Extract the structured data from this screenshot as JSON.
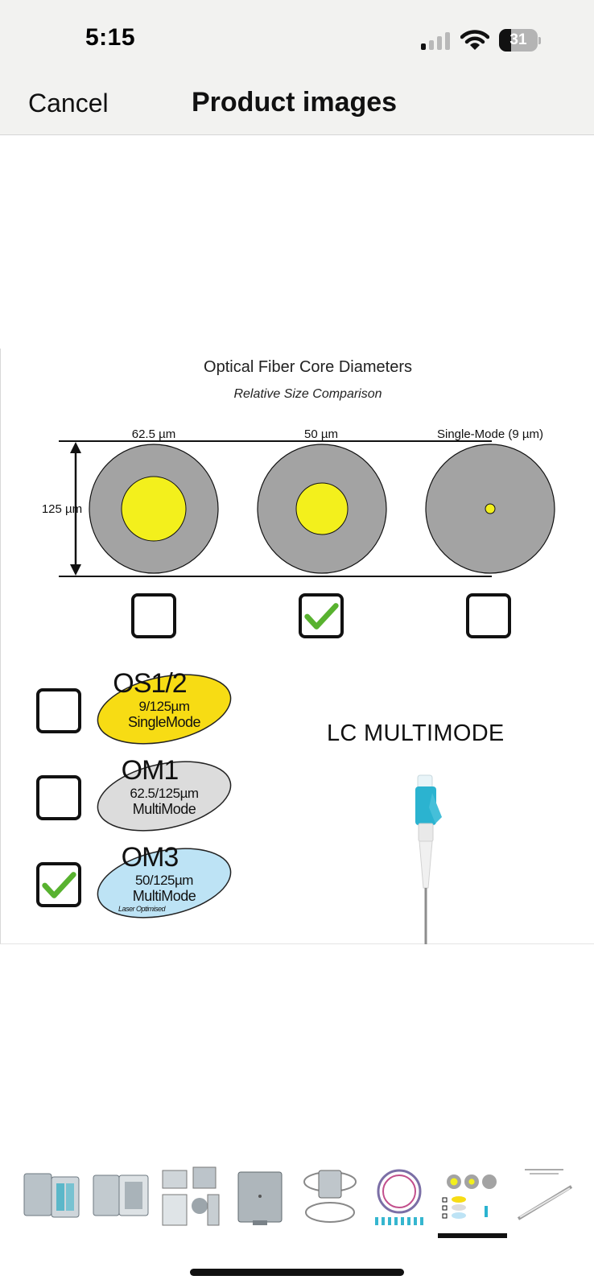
{
  "status": {
    "time": "5:15",
    "battery": "31",
    "battery_level": 0.31
  },
  "nav": {
    "cancel_label": "Cancel",
    "title": "Product images"
  },
  "image": {
    "title": "Optical Fiber Core Diameters",
    "subtitle": "Relative Size Comparison",
    "labels": {
      "core_a": "62.5 µm",
      "core_b": "50 µm",
      "core_c": "Single-Mode (9 µm)",
      "diameter": "125 µm"
    },
    "core_checks": [
      false,
      true,
      false
    ],
    "fiber_types": [
      {
        "name": "OS1/2",
        "spec": "9/125µm",
        "mode": "SingleMode",
        "note": "",
        "color": "#f7dc14",
        "checked": false
      },
      {
        "name": "OM1",
        "spec": "62.5/125µm",
        "mode": "MultiMode",
        "note": "",
        "color": "#dcdcdc",
        "checked": false
      },
      {
        "name": "OM3",
        "spec": "50/125µm",
        "mode": "MultiMode",
        "note": "Laser Optimised",
        "color": "#bde3f5",
        "checked": true
      }
    ],
    "connector_label": "LC MULTIMODE"
  },
  "colors": {
    "cladding": "#a3a3a3",
    "core": "#f3f01c",
    "check": "#58b22f",
    "connector": "#2bb3d0"
  },
  "thumbnails": [
    {
      "name": "thumb-enclosure-front",
      "selected": false
    },
    {
      "name": "thumb-enclosure-open",
      "selected": false
    },
    {
      "name": "thumb-enclosure-parts",
      "selected": false
    },
    {
      "name": "thumb-enclosure-back",
      "selected": false
    },
    {
      "name": "thumb-enclosure-pole-mount",
      "selected": false
    },
    {
      "name": "thumb-pigtails",
      "selected": false
    },
    {
      "name": "thumb-fiber-core-diameters",
      "selected": true
    },
    {
      "name": "thumb-splice-sleeve",
      "selected": false
    }
  ]
}
